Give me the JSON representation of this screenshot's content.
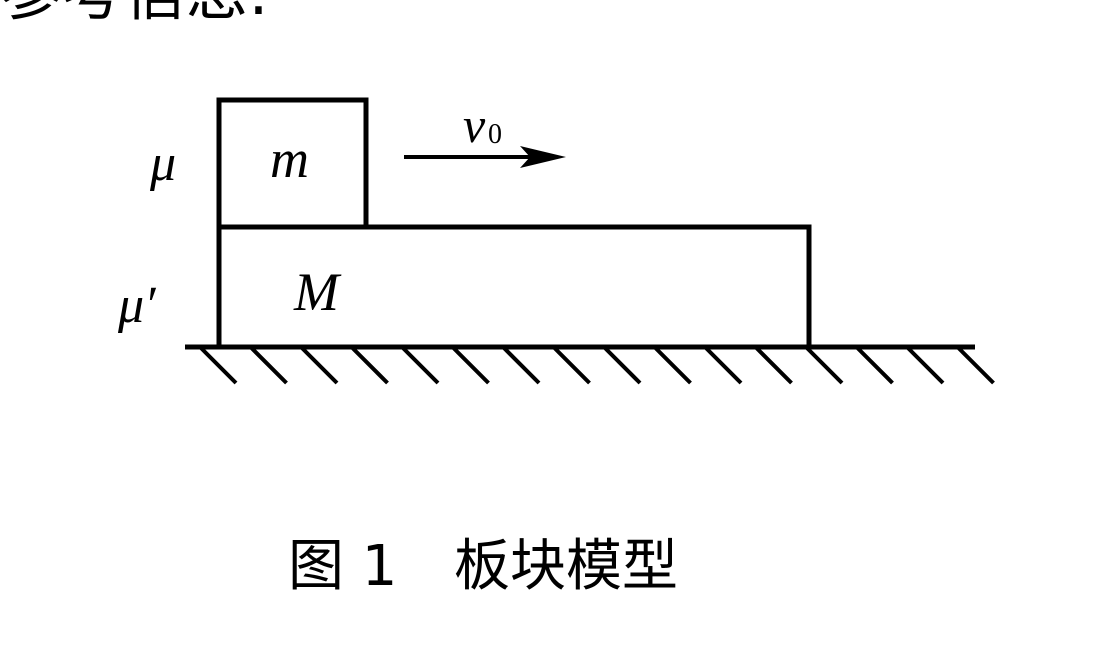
{
  "heading_fragment": "参考信息:",
  "labels": {
    "mu_top": "μ",
    "mu_bottom": "μ′",
    "small_block": "m",
    "large_block": "M",
    "velocity_symbol": "v",
    "velocity_subscript": "0"
  },
  "caption": {
    "number": "图 1",
    "title": "板块模型"
  },
  "colors": {
    "line": "#000000",
    "background": "#ffffff"
  }
}
